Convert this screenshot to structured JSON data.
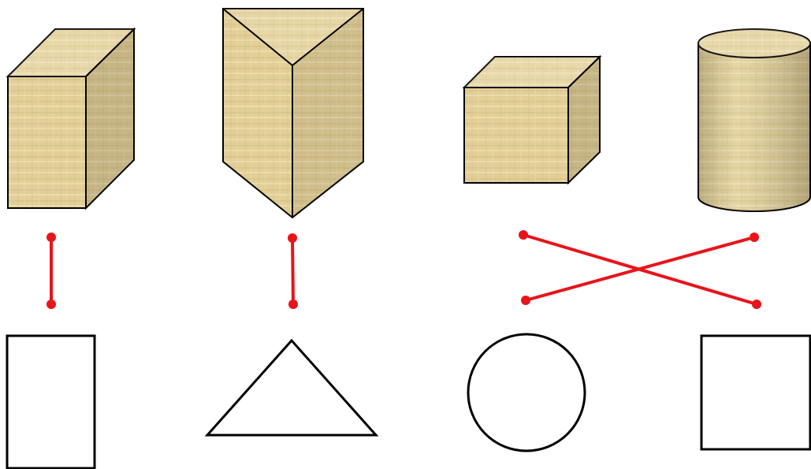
{
  "solids": [
    {
      "id": "rectangular-prism",
      "shape": "rectangular-prism"
    },
    {
      "id": "triangular-prism",
      "shape": "triangular-prism"
    },
    {
      "id": "cube",
      "shape": "cube"
    },
    {
      "id": "cylinder",
      "shape": "cylinder"
    }
  ],
  "faces": [
    {
      "id": "rectangle",
      "shape": "rectangle"
    },
    {
      "id": "triangle",
      "shape": "triangle"
    },
    {
      "id": "circle",
      "shape": "circle"
    },
    {
      "id": "square",
      "shape": "square"
    }
  ],
  "matches": [
    {
      "solid": "rectangular-prism",
      "face": "rectangle"
    },
    {
      "solid": "triangular-prism",
      "face": "triangle"
    },
    {
      "solid": "cube",
      "face": "square"
    },
    {
      "solid": "cylinder",
      "face": "circle"
    }
  ],
  "colors": {
    "match_line": "#e8141a",
    "outline": "#000000",
    "texture_base": "#e2cf97",
    "texture_dark": "#c8b27a",
    "texture_light": "#efe1b4"
  }
}
